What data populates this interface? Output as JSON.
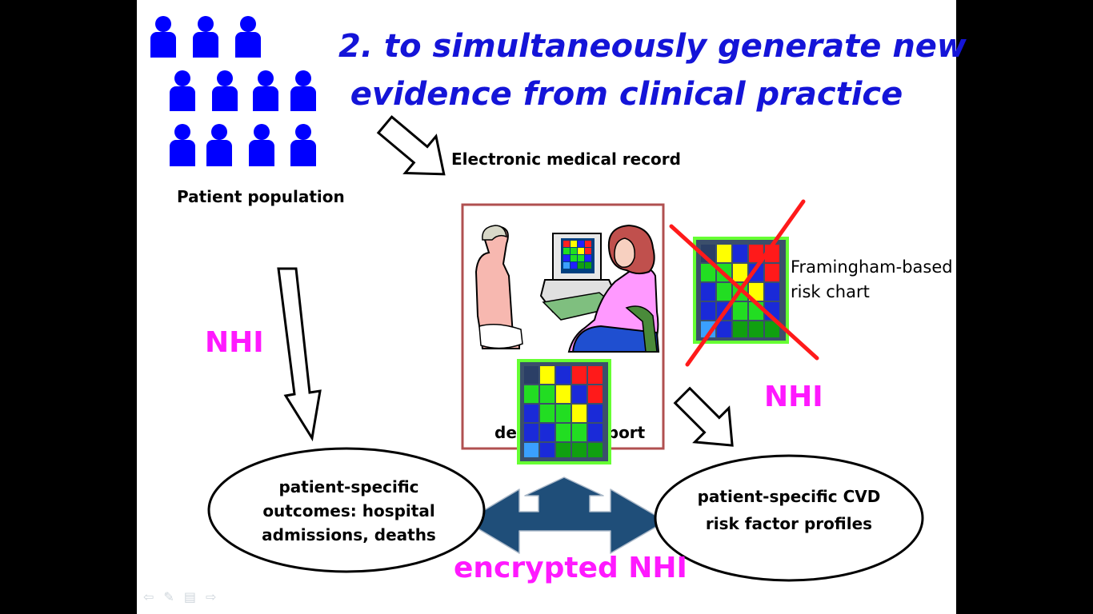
{
  "slide": {
    "title_line1": "2. to simultaneously generate new",
    "title_line2": "evidence from clinical practice",
    "patient_population": "Patient population",
    "emr_label": "Electronic medical record",
    "decision_support_label": "decision support",
    "framingham_label": "Framingham-based risk chart",
    "nhi_left": "NHI",
    "nhi_right": "NHI",
    "outcomes_text": "patient-specific outcomes: hospital admissions, deaths",
    "profiles_text": "patient-specific CVD risk factor profiles",
    "encrypted_label": "encrypted NHI"
  },
  "colors": {
    "title": "#1414d8",
    "person": "#0000ff",
    "nhi": "#ff19ff",
    "double_arrow": "#1f4e79",
    "box_border": "#b05050",
    "cross": "#ff1a1a",
    "grid_border": "#66ff33"
  },
  "icons": {
    "people": "person-icon",
    "arrows": "hollow-arrow-icon",
    "cross": "red-cross-icon",
    "clinician": "doctor-at-computer-icon",
    "patient": "patient-figure-icon"
  },
  "nav": [
    "prev-arrow-icon",
    "pen-icon",
    "menu-icon",
    "next-arrow-icon"
  ]
}
